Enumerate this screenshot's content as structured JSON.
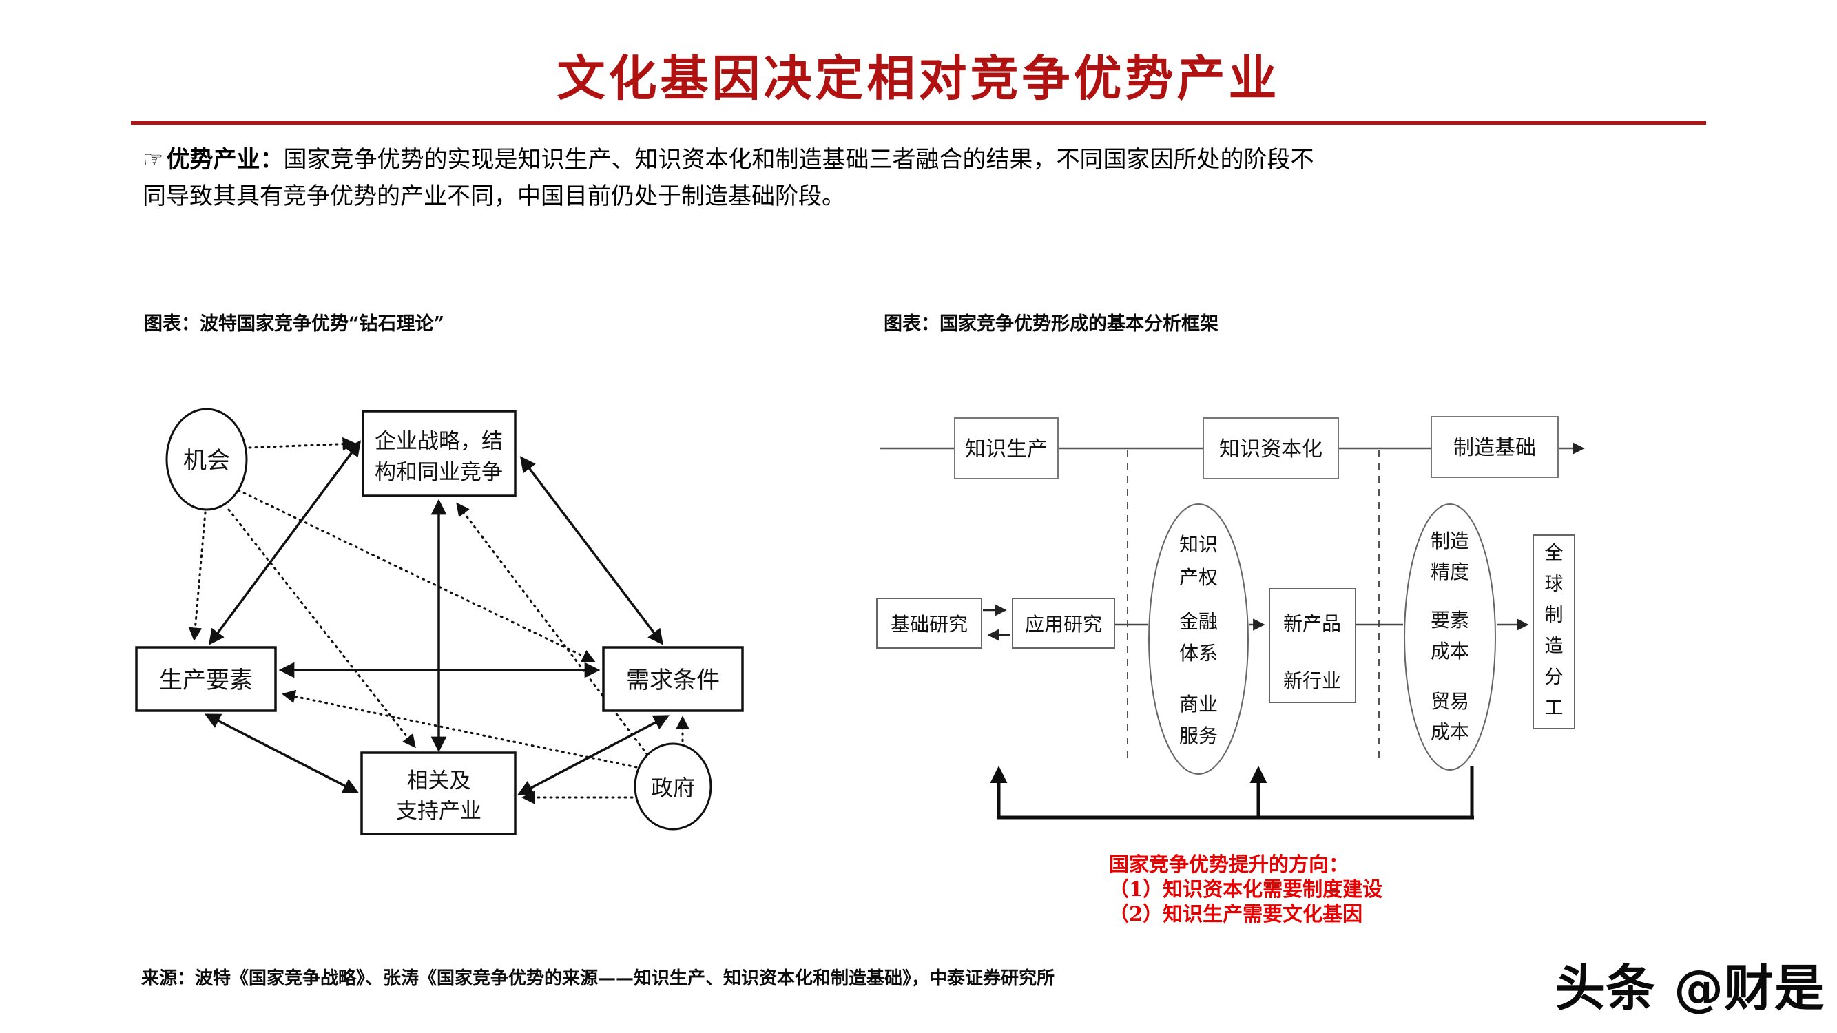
{
  "title": "文化基因决定相对竞争优势产业",
  "intro": {
    "icon": "☞",
    "lead": "优势产业：",
    "line1_rest": "国家竞争优势的实现是知识生产、知识资本化和制造基础三者融合的结果，不同国家因所处的阶段不",
    "line2": "同导致其具有竞争优势的产业不同，中国目前仍处于制造基础阶段。"
  },
  "left_chart": {
    "caption": "图表：波特国家竞争优势“钻石理论”",
    "nodes": {
      "chance": "机会",
      "strategy_line1": "企业战略，结",
      "strategy_line2": "构和同业竞争",
      "factors": "生产要素",
      "demand": "需求条件",
      "related_line1": "相关及",
      "related_line2": "支持产业",
      "government": "政府"
    }
  },
  "right_chart": {
    "caption": "图表：国家竞争优势形成的基本分析框架",
    "stages": {
      "knowledge_production": "知识生产",
      "knowledge_capitalization": "知识资本化",
      "manufacturing_base": "制造基础"
    },
    "nodes": {
      "basic_research": "基础研究",
      "applied_research": "应用研究",
      "ellipse1_lines": [
        "知识",
        "产权",
        "金融",
        "体系",
        "商业",
        "服务"
      ],
      "new_box_line1": "新产品",
      "new_box_line2": "新行业",
      "ellipse2_lines": [
        "制造",
        "精度",
        "要素",
        "成本",
        "贸易",
        "成本"
      ],
      "global_chars": [
        "全",
        "球",
        "制",
        "造",
        "分",
        "工"
      ]
    },
    "note": {
      "line1": "国家竞争优势提升的方向：",
      "line2": "（1）知识资本化需要制度建设",
      "line3": "（2）知识生产需要文化基因"
    }
  },
  "footer": {
    "source": "来源：波特《国家竞争战略》、张涛《国家竞争优势的来源——知识生产、知识资本化和制造基础》，中泰证券研究所"
  },
  "watermark": "头条 @财是",
  "colors": {
    "title_red": "#b01212",
    "rule_red": "#b41414",
    "note_red": "#e60000",
    "diagram_gray": "#555555",
    "black": "#111111"
  }
}
